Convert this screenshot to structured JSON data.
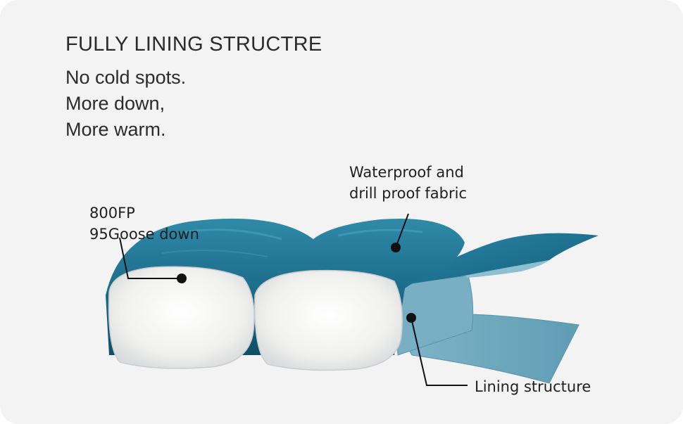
{
  "heading": "FULLY LINING STRUCTRE",
  "tagline": [
    "No cold spots.",
    "More down,",
    "More warm."
  ],
  "callouts": {
    "fill": {
      "line1": "800FP",
      "line2": "95Goose down"
    },
    "fabric": {
      "line1": "Waterproof and",
      "line2": "drill proof fabric"
    },
    "lining": {
      "line1": "Lining structure"
    }
  },
  "colors": {
    "background": "#f3f3f3",
    "shell_fabric": "#1d6d8c",
    "lining_fabric": "#6fa9bf",
    "down_fill": "#f2f2f0",
    "text": "#2b2b2b"
  }
}
